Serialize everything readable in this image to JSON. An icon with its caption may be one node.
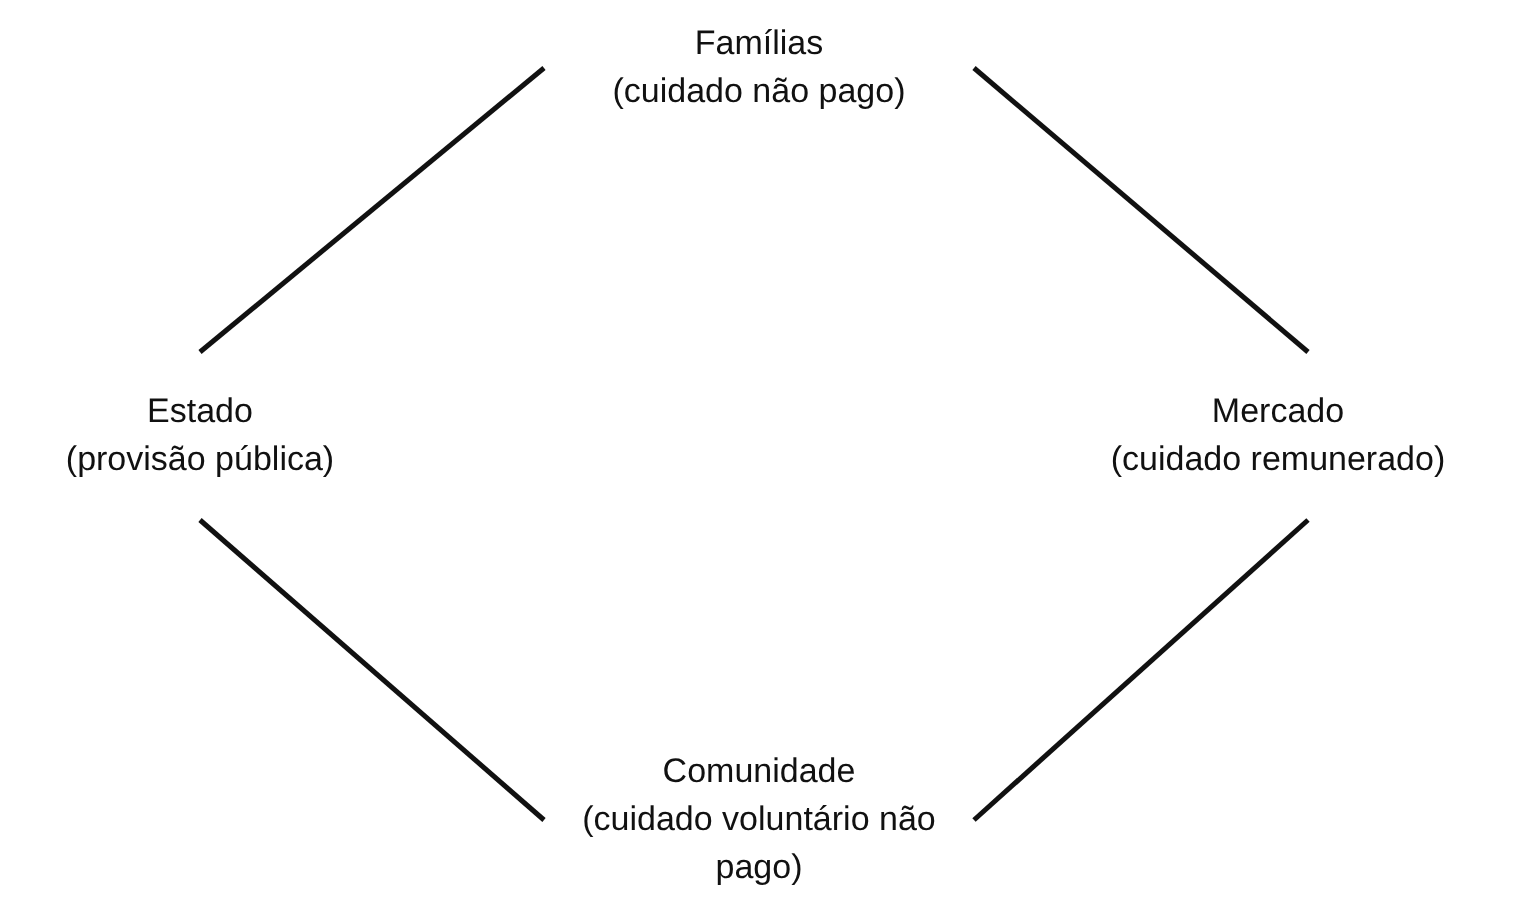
{
  "diagram": {
    "nodes": [
      {
        "text": [
          "Famílias",
          "(cuidado não pago)"
        ]
      },
      {
        "text": [
          "Estado",
          "(provisão pública)"
        ]
      },
      {
        "text": [
          "Mercado",
          "(cuidado remunerado)"
        ]
      },
      {
        "text": [
          "Comunidade",
          "(cuidado voluntário não pago)"
        ]
      }
    ],
    "edges": [
      {
        "from": 0,
        "to": 1,
        "arrow": "none"
      },
      {
        "from": 0,
        "to": 2,
        "arrow": "none"
      },
      {
        "from": 1,
        "to": 3,
        "arrow": "none"
      },
      {
        "from": 2,
        "to": 3,
        "arrow": "none"
      }
    ]
  }
}
